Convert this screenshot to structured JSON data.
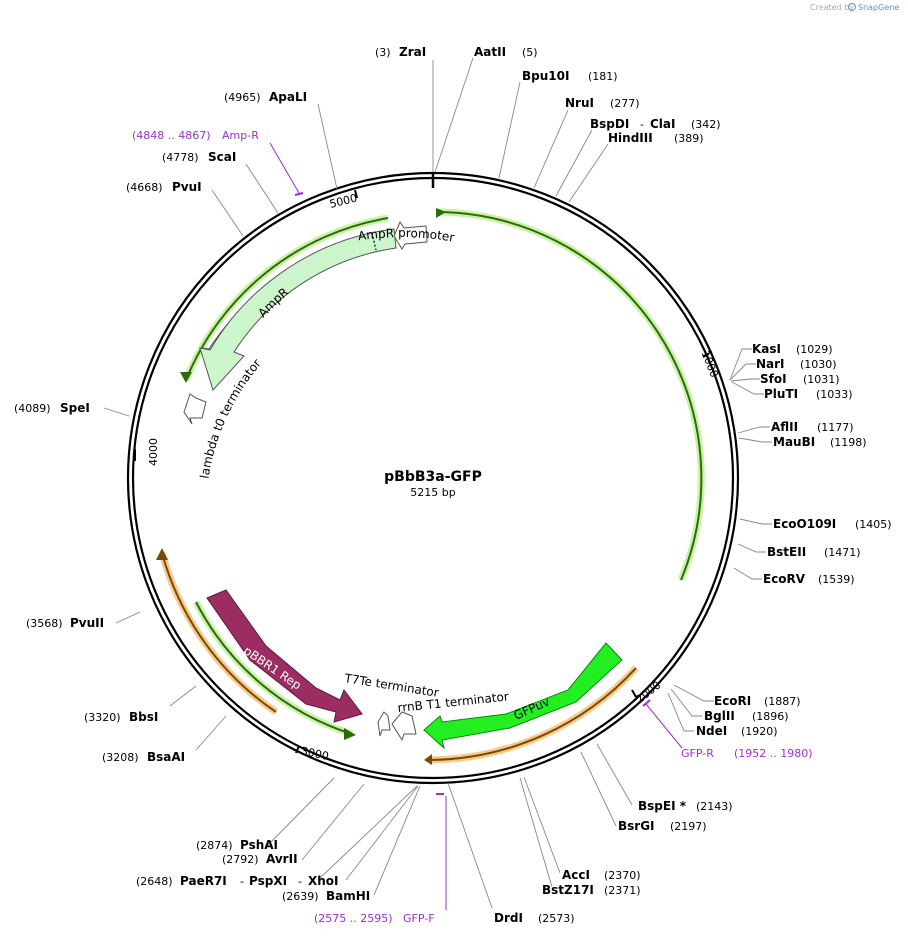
{
  "credit": {
    "created_by": "Created by",
    "brand": "SnapGene"
  },
  "plasmid": {
    "name": "pBbB3a-GFP",
    "size": "5215 bp"
  },
  "ticks": [
    "1000",
    "2000",
    "3000",
    "4000",
    "5000"
  ],
  "sites": [
    {
      "name": "ZraI",
      "pos": "(3)"
    },
    {
      "name": "AatII",
      "pos": "(5)"
    },
    {
      "name": "Bpu10I",
      "pos": "(181)"
    },
    {
      "name": "NruI",
      "pos": "(277)"
    },
    {
      "name": "BspDI",
      "pos": "(342)"
    },
    {
      "name": "ClaI",
      "pos": ""
    },
    {
      "name": "HindIII",
      "pos": "(389)"
    },
    {
      "name": "KasI",
      "pos": "(1029)"
    },
    {
      "name": "NarI",
      "pos": "(1030)"
    },
    {
      "name": "SfoI",
      "pos": "(1031)"
    },
    {
      "name": "PluTI",
      "pos": "(1033)"
    },
    {
      "name": "AflII",
      "pos": "(1177)"
    },
    {
      "name": "MauBI",
      "pos": "(1198)"
    },
    {
      "name": "EcoO109I",
      "pos": "(1405)"
    },
    {
      "name": "BstEII",
      "pos": "(1471)"
    },
    {
      "name": "EcoRV",
      "pos": "(1539)"
    },
    {
      "name": "EcoRI",
      "pos": "(1887)"
    },
    {
      "name": "BglII",
      "pos": "(1896)"
    },
    {
      "name": "NdeI",
      "pos": "(1920)"
    },
    {
      "name": "BspEI *",
      "pos": "(2143)"
    },
    {
      "name": "BsrGI",
      "pos": "(2197)"
    },
    {
      "name": "AccI",
      "pos": "(2370)"
    },
    {
      "name": "BstZ17I",
      "pos": "(2371)"
    },
    {
      "name": "DrdI",
      "pos": "(2573)"
    },
    {
      "name": "BamHI",
      "pos": "(2639)"
    },
    {
      "name": "PaeR7I",
      "pos": "(2648)"
    },
    {
      "name": "PspXI",
      "pos": ""
    },
    {
      "name": "XhoI",
      "pos": ""
    },
    {
      "name": "AvrII",
      "pos": "(2792)"
    },
    {
      "name": "PshAI",
      "pos": "(2874)"
    },
    {
      "name": "BsaAI",
      "pos": "(3208)"
    },
    {
      "name": "BbsI",
      "pos": "(3320)"
    },
    {
      "name": "PvuII",
      "pos": "(3568)"
    },
    {
      "name": "SpeI",
      "pos": "(4089)"
    },
    {
      "name": "PvuI",
      "pos": "(4668)"
    },
    {
      "name": "ScaI",
      "pos": "(4778)"
    },
    {
      "name": "ApaLI",
      "pos": "(4965)"
    }
  ],
  "primers": [
    {
      "name": "Amp-R",
      "range": "(4848 .. 4867)"
    },
    {
      "name": "GFP-R",
      "range": "(1952 .. 1980)"
    },
    {
      "name": "GFP-F",
      "range": "(2575 .. 2595)"
    }
  ],
  "features": {
    "ampr_promoter": "AmpR promoter",
    "ampr": "AmpR",
    "lambda_t0": "lambda t0 terminator",
    "pbbr1_rep": "pBBR1 Rep",
    "t7te": "T7Te terminator",
    "rrnb_t1": "rrnB T1 terminator",
    "gfpuv": "GFPuv"
  },
  "colors": {
    "green_arc": "#2d6a0a",
    "green_glow": "#c9f2a6",
    "orange_arc": "#7a4a00",
    "orange_glow": "#f7c98a",
    "ampr_fill": "#ccf5cc",
    "gfp_fill": "#22ee22",
    "rep_fill": "#9b2d62",
    "primer": "#9b30c8"
  }
}
